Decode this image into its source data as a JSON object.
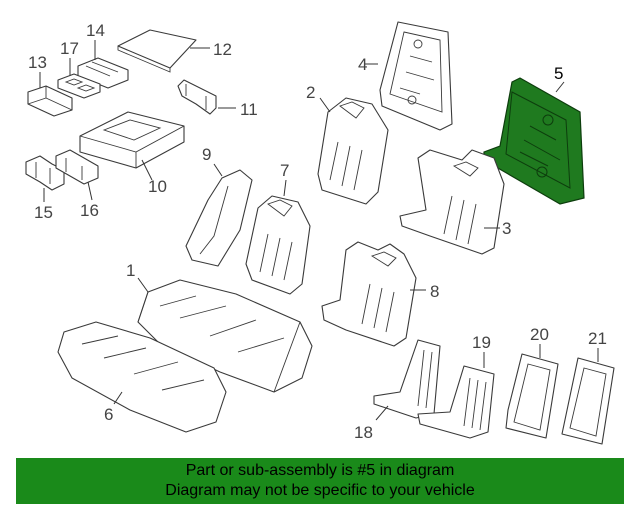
{
  "diagram": {
    "highlight_color": "#1f7a1f",
    "highlighted_part": "5",
    "callouts": [
      "1",
      "2",
      "3",
      "4",
      "5",
      "6",
      "7",
      "8",
      "9",
      "10",
      "11",
      "12",
      "13",
      "14",
      "15",
      "16",
      "17",
      "18",
      "19",
      "20",
      "21"
    ]
  },
  "banner": {
    "background": "#1a8a1a",
    "line1": "Part or sub-assembly is #5 in diagram",
    "line2": "Diagram may not be specific to your vehicle"
  }
}
